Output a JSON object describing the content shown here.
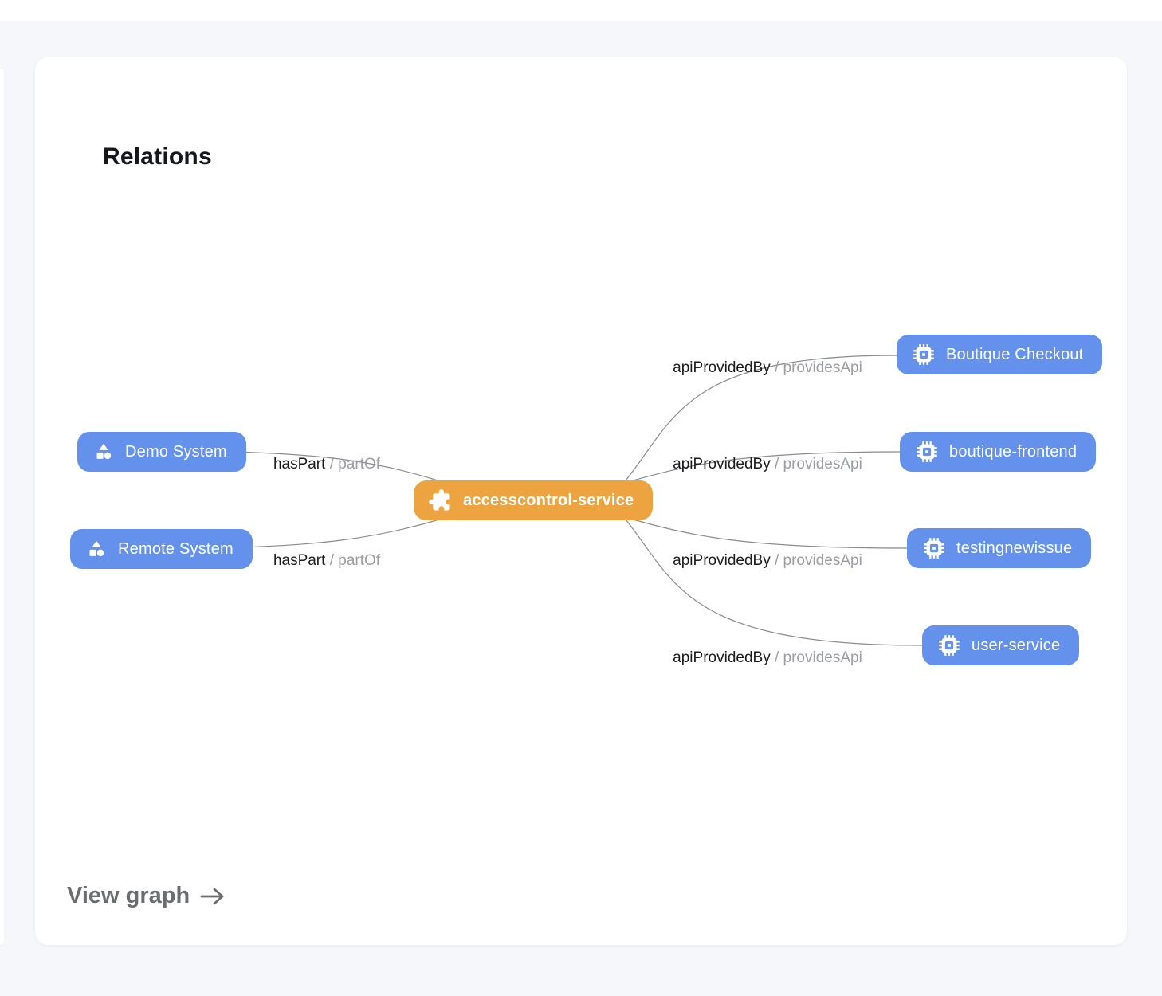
{
  "card": {
    "title": "Relations",
    "footer_link": {
      "label": "View graph"
    }
  },
  "graph": {
    "center_node": {
      "label": "accesscontrol-service",
      "icon": "puzzle-icon",
      "color": "#eda440"
    },
    "left_nodes": [
      {
        "label": "Demo System",
        "icon": "system-icon"
      },
      {
        "label": "Remote System",
        "icon": "system-icon"
      }
    ],
    "right_nodes": [
      {
        "label": "Boutique Checkout",
        "icon": "chip-icon"
      },
      {
        "label": "boutique-frontend",
        "icon": "chip-icon"
      },
      {
        "label": "testingnewissue",
        "icon": "chip-icon"
      },
      {
        "label": "user-service",
        "icon": "chip-icon"
      }
    ],
    "edge_labels_left": [
      {
        "primary": "hasPart",
        "secondary": "/ partOf"
      },
      {
        "primary": "hasPart",
        "secondary": "/ partOf"
      }
    ],
    "edge_labels_right": [
      {
        "primary": "apiProvidedBy",
        "secondary": "/ providesApi"
      },
      {
        "primary": "apiProvidedBy",
        "secondary": "/ providesApi"
      },
      {
        "primary": "apiProvidedBy",
        "secondary": "/ providesApi"
      },
      {
        "primary": "apiProvidedBy",
        "secondary": "/ providesApi"
      }
    ],
    "colors": {
      "node_blue": "#6491ec",
      "node_orange": "#eda440",
      "edge_line": "#8b8b8d"
    }
  }
}
